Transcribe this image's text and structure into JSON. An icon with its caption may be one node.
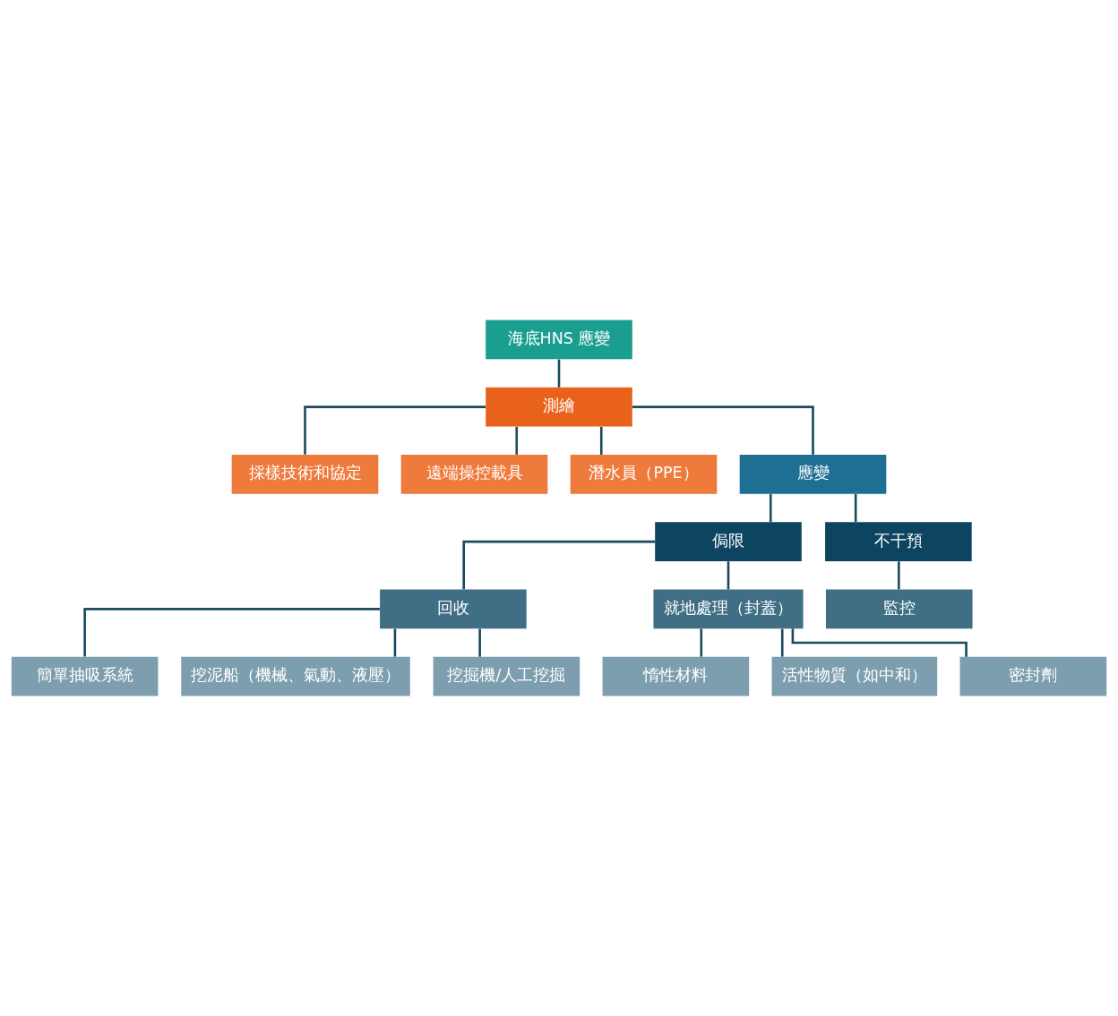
{
  "diagram": {
    "nodes": [
      {
        "text": [
          "海底HNS 應變"
        ]
      },
      {
        "text": [
          "測繪"
        ]
      },
      {
        "text": [
          "採樣技術和協定"
        ]
      },
      {
        "text": [
          "遠端操控載具"
        ]
      },
      {
        "text": [
          "潛水員（PPE）"
        ]
      },
      {
        "text": [
          "應變"
        ]
      },
      {
        "text": [
          "侷限"
        ]
      },
      {
        "text": [
          "不干預"
        ]
      },
      {
        "text": [
          "監控"
        ]
      },
      {
        "text": [
          "回收"
        ]
      },
      {
        "text": [
          "就地處理（封蓋）"
        ]
      },
      {
        "text": [
          "簡單抽吸系統"
        ]
      },
      {
        "text": [
          "挖泥船（機械、氣動、液壓）"
        ]
      },
      {
        "text": [
          "挖掘機/人工挖掘"
        ]
      },
      {
        "text": [
          "惰性材料"
        ]
      },
      {
        "text": [
          "活性物質（如中和）"
        ]
      },
      {
        "text": [
          "密封劑"
        ]
      }
    ],
    "edges": [
      {
        "from": 0,
        "to": 1,
        "arrow": "none"
      },
      {
        "from": 1,
        "to": 2,
        "arrow": "none"
      },
      {
        "from": 1,
        "to": 3,
        "arrow": "none"
      },
      {
        "from": 1,
        "to": 4,
        "arrow": "none"
      },
      {
        "from": 1,
        "to": 5,
        "arrow": "none"
      },
      {
        "from": 5,
        "to": 6,
        "arrow": "none"
      },
      {
        "from": 5,
        "to": 7,
        "arrow": "none"
      },
      {
        "from": 7,
        "to": 8,
        "arrow": "none"
      },
      {
        "from": 6,
        "to": 9,
        "arrow": "none"
      },
      {
        "from": 6,
        "to": 10,
        "arrow": "none"
      },
      {
        "from": 9,
        "to": 11,
        "arrow": "none"
      },
      {
        "from": 9,
        "to": 12,
        "arrow": "none"
      },
      {
        "from": 9,
        "to": 13,
        "arrow": "none"
      },
      {
        "from": 10,
        "to": 14,
        "arrow": "none"
      },
      {
        "from": 10,
        "to": 15,
        "arrow": "none"
      },
      {
        "from": 10,
        "to": 16,
        "arrow": "none"
      }
    ]
  }
}
